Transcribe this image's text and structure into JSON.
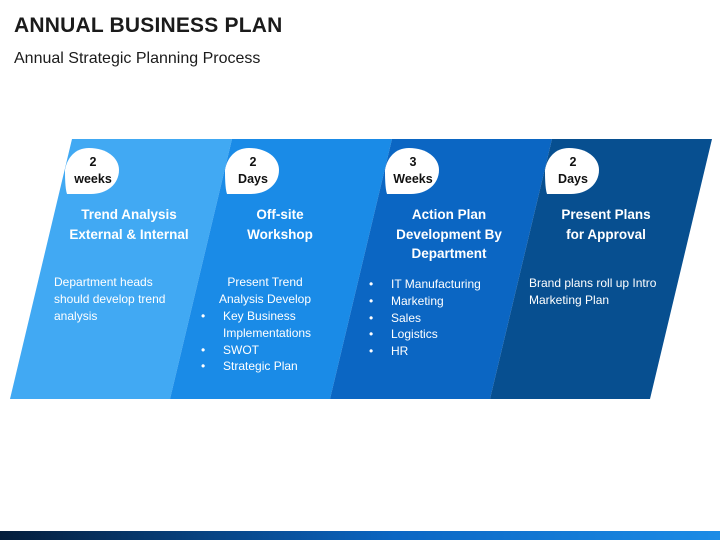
{
  "page": {
    "title": "ANNUAL BUSINESS PLAN",
    "subtitle": "Annual Strategic Planning Process"
  },
  "colors": {
    "stage_1": "#41a9f3",
    "stage_2": "#1a8be7",
    "stage_3": "#0b66c3",
    "stage_4": "#074f90",
    "badge_fill": "#ffffff",
    "text_light": "#ffffff",
    "text_dark": "#111111",
    "bottom_bar_left": "#041d3b",
    "bottom_bar_right": "#1c8ce6"
  },
  "stages": [
    {
      "duration": [
        "2",
        "weeks"
      ],
      "title": [
        "Trend Analysis",
        "External & Internal"
      ],
      "description": "Department heads should develop trend analysis",
      "bullets": []
    },
    {
      "duration": [
        "2",
        "Days"
      ],
      "title": [
        "Off-site",
        "Workshop"
      ],
      "description": "Present Trend Analysis Develop",
      "bullets": [
        "Key Business Implementations",
        "SWOT",
        "Strategic Plan"
      ]
    },
    {
      "duration": [
        "3",
        "Weeks"
      ],
      "title": [
        "Action  Plan",
        "Development By",
        "Department"
      ],
      "description": "",
      "bullets": [
        "IT Manufacturing",
        "Marketing",
        "Sales",
        "Logistics",
        "HR"
      ]
    },
    {
      "duration": [
        "2",
        "Days"
      ],
      "title": [
        "Present Plans",
        "for Approval"
      ],
      "description": "Brand plans roll up Intro Marketing Plan",
      "bullets": []
    }
  ]
}
